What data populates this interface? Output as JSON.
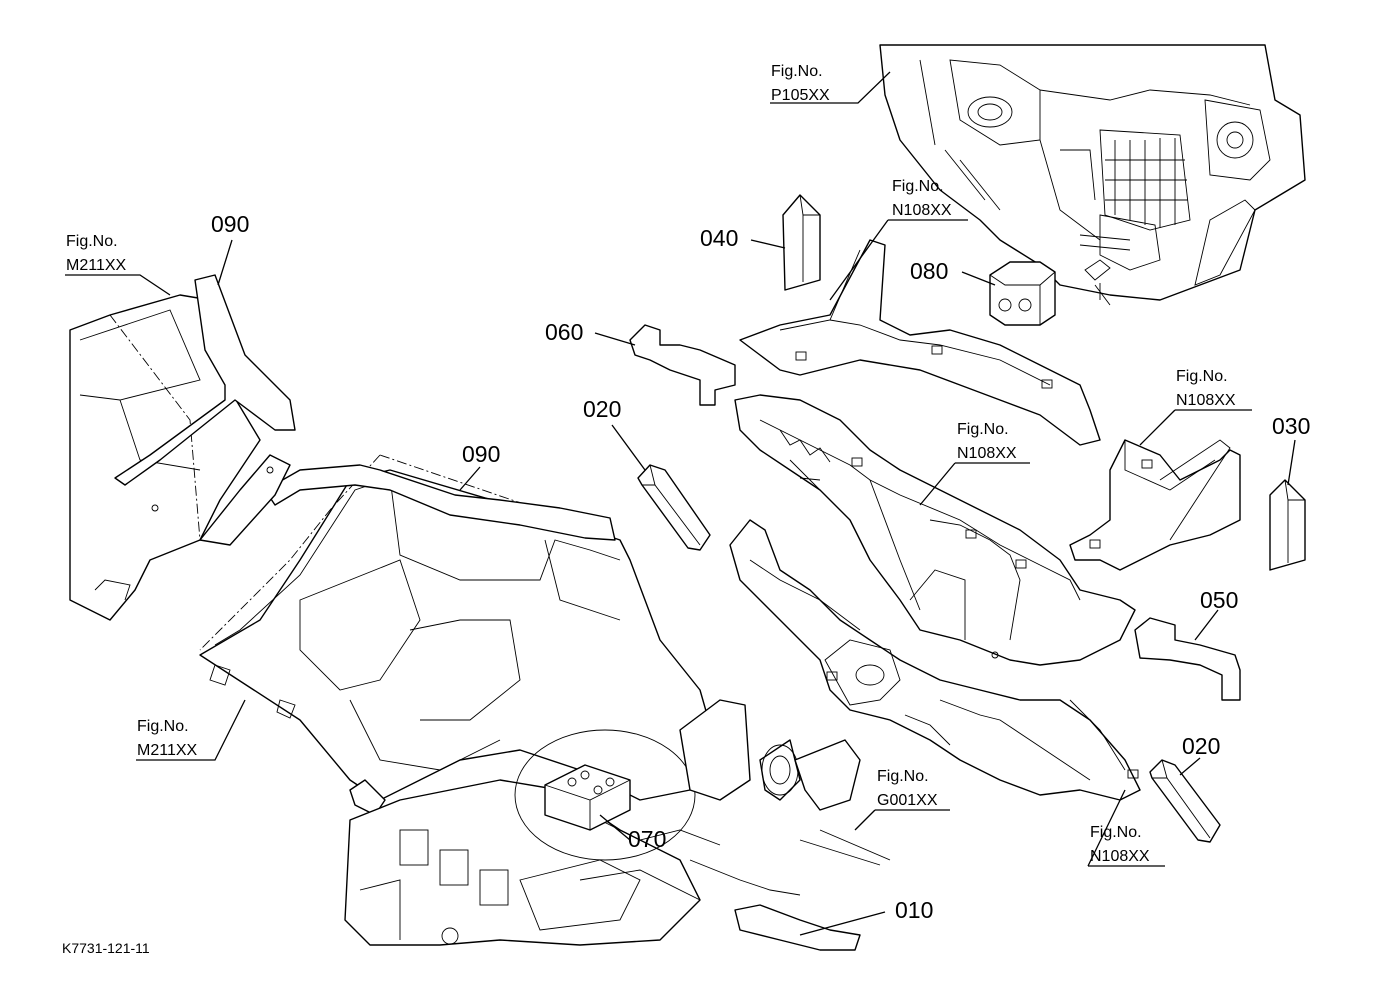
{
  "diagram_code": "K7731-121-11",
  "part_numbers": {
    "p010": "010",
    "p020a": "020",
    "p020b": "020",
    "p030": "030",
    "p040": "040",
    "p050": "050",
    "p060": "060",
    "p070": "070",
    "p080": "080",
    "p090a": "090",
    "p090b": "090"
  },
  "fig_refs": {
    "label": "Fig.No.",
    "f1": "P105XX",
    "f2": "N108XX",
    "f3": "M211XX",
    "f4": "N108XX",
    "f5": "N108XX",
    "f6": "M211XX",
    "f7": "G001XX",
    "f8": "N108XX"
  }
}
